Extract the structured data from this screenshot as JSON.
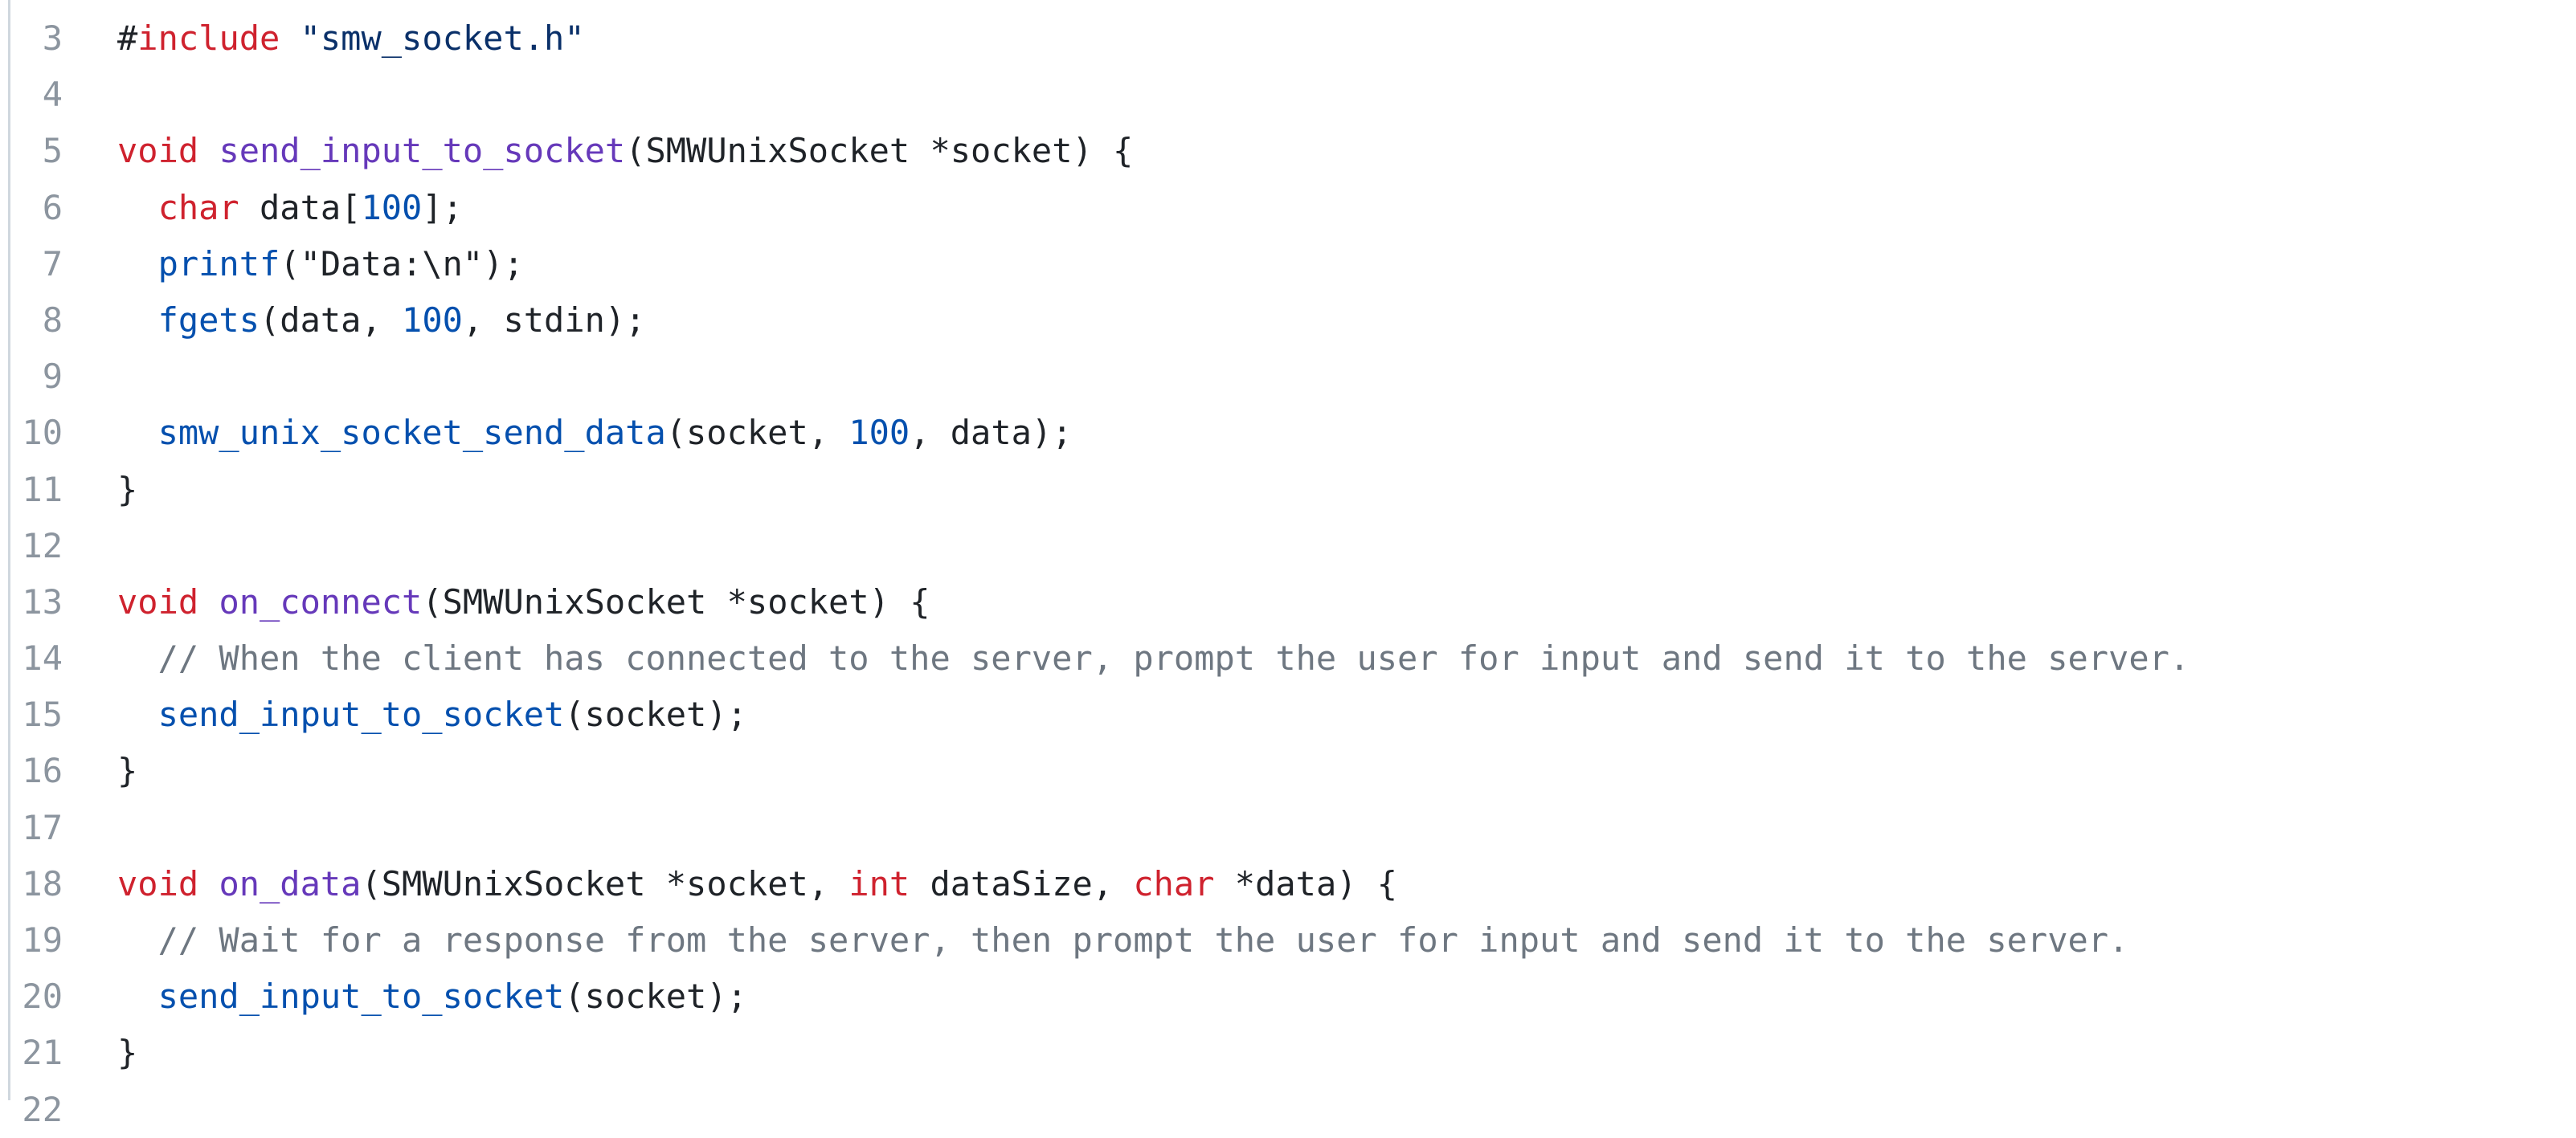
{
  "colors": {
    "keyword": "#cf222e",
    "function_def": "#6639ba",
    "function_call": "#0550ae",
    "number": "#0550ae",
    "string": "#0a3069",
    "comment": "#6e7781",
    "plain": "#1f2328",
    "line_number": "#8c959f"
  },
  "lines": [
    {
      "n": "3",
      "tokens": [
        {
          "t": "#",
          "k": "plain"
        },
        {
          "t": "include",
          "k": "kw"
        },
        {
          "t": " ",
          "k": "plain"
        },
        {
          "t": "\"smw_socket.h\"",
          "k": "str"
        }
      ]
    },
    {
      "n": "4",
      "tokens": []
    },
    {
      "n": "5",
      "tokens": [
        {
          "t": "void",
          "k": "kw"
        },
        {
          "t": " ",
          "k": "plain"
        },
        {
          "t": "send_input_to_socket",
          "k": "fn"
        },
        {
          "t": "(SMWUnixSocket *socket) {",
          "k": "plain"
        }
      ]
    },
    {
      "n": "6",
      "tokens": [
        {
          "t": "  ",
          "k": "plain"
        },
        {
          "t": "char",
          "k": "kw"
        },
        {
          "t": " data[",
          "k": "plain"
        },
        {
          "t": "100",
          "k": "num"
        },
        {
          "t": "];",
          "k": "plain"
        }
      ]
    },
    {
      "n": "7",
      "tokens": [
        {
          "t": "  ",
          "k": "plain"
        },
        {
          "t": "printf",
          "k": "call"
        },
        {
          "t": "(\"Data:\\n\");",
          "k": "plain"
        }
      ]
    },
    {
      "n": "8",
      "tokens": [
        {
          "t": "  ",
          "k": "plain"
        },
        {
          "t": "fgets",
          "k": "call"
        },
        {
          "t": "(data, ",
          "k": "plain"
        },
        {
          "t": "100",
          "k": "num"
        },
        {
          "t": ", stdin);",
          "k": "plain"
        }
      ]
    },
    {
      "n": "9",
      "tokens": []
    },
    {
      "n": "10",
      "tokens": [
        {
          "t": "  ",
          "k": "plain"
        },
        {
          "t": "smw_unix_socket_send_data",
          "k": "call"
        },
        {
          "t": "(socket, ",
          "k": "plain"
        },
        {
          "t": "100",
          "k": "num"
        },
        {
          "t": ", data);",
          "k": "plain"
        }
      ]
    },
    {
      "n": "11",
      "tokens": [
        {
          "t": "}",
          "k": "plain"
        }
      ]
    },
    {
      "n": "12",
      "tokens": []
    },
    {
      "n": "13",
      "tokens": [
        {
          "t": "void",
          "k": "kw"
        },
        {
          "t": " ",
          "k": "plain"
        },
        {
          "t": "on_connect",
          "k": "fn"
        },
        {
          "t": "(SMWUnixSocket *socket) {",
          "k": "plain"
        }
      ]
    },
    {
      "n": "14",
      "tokens": [
        {
          "t": "  ",
          "k": "plain"
        },
        {
          "t": "// When the client has connected to the server, prompt the user for input and send it to the server.",
          "k": "cmt"
        }
      ]
    },
    {
      "n": "15",
      "tokens": [
        {
          "t": "  ",
          "k": "plain"
        },
        {
          "t": "send_input_to_socket",
          "k": "call"
        },
        {
          "t": "(socket);",
          "k": "plain"
        }
      ]
    },
    {
      "n": "16",
      "tokens": [
        {
          "t": "}",
          "k": "plain"
        }
      ]
    },
    {
      "n": "17",
      "tokens": []
    },
    {
      "n": "18",
      "tokens": [
        {
          "t": "void",
          "k": "kw"
        },
        {
          "t": " ",
          "k": "plain"
        },
        {
          "t": "on_data",
          "k": "fn"
        },
        {
          "t": "(SMWUnixSocket *socket, ",
          "k": "plain"
        },
        {
          "t": "int",
          "k": "kw"
        },
        {
          "t": " dataSize, ",
          "k": "plain"
        },
        {
          "t": "char",
          "k": "kw"
        },
        {
          "t": " *data) {",
          "k": "plain"
        }
      ]
    },
    {
      "n": "19",
      "tokens": [
        {
          "t": "  ",
          "k": "plain"
        },
        {
          "t": "// Wait for a response from the server, then prompt the user for input and send it to the server.",
          "k": "cmt"
        }
      ]
    },
    {
      "n": "20",
      "tokens": [
        {
          "t": "  ",
          "k": "plain"
        },
        {
          "t": "send_input_to_socket",
          "k": "call"
        },
        {
          "t": "(socket);",
          "k": "plain"
        }
      ]
    },
    {
      "n": "21",
      "tokens": [
        {
          "t": "}",
          "k": "plain"
        }
      ]
    },
    {
      "n": "22",
      "tokens": []
    }
  ]
}
